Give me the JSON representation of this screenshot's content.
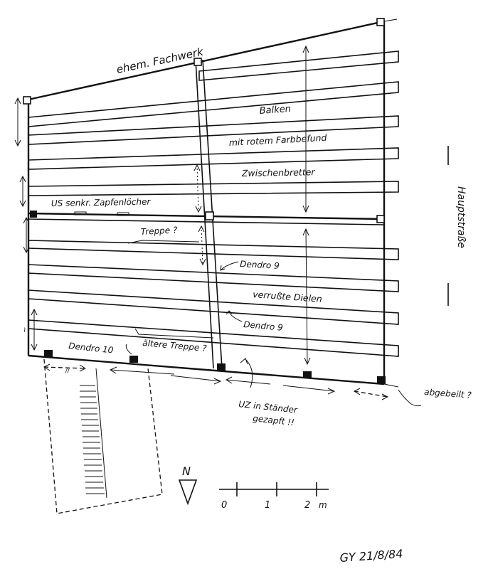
{
  "labels": {
    "fachwerk": "ehem. Fachwerk",
    "balken": "Balken",
    "farbbefund": "mit rotem Farbbefund",
    "zwischenbretter": "Zwischenbretter",
    "zapfenloecher": "US senkr. Zapfenlöcher",
    "treppe": "Treppe ?",
    "dendro9a": "Dendro 9",
    "dielen": "verrußte Dielen",
    "dendro9b": "Dendro 9",
    "dendro10": "Dendro 10",
    "aeltere_treppe": "ältere Treppe ?",
    "abgebeilt": "abgebeilt ?",
    "uz_staender": "UZ in Ständer",
    "gezapft": "gezapft !!",
    "hauptstrasse": "Hauptstraße",
    "north": "N",
    "scale_0": "0",
    "scale_1": "1",
    "scale_2": "2",
    "scale_unit": "m",
    "signature": "GY 21/8/84",
    "hash_mark": "//"
  }
}
